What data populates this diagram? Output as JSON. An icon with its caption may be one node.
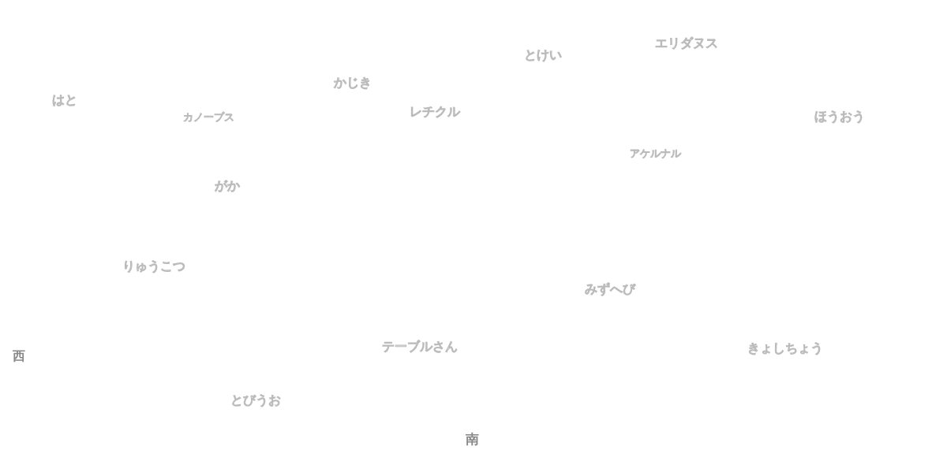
{
  "diagram": {
    "labels": [
      "エリダヌス",
      "とけい",
      "かじき",
      "はと",
      "レチクル",
      "カノープス",
      "ほうおう",
      "アケルナル",
      "がか",
      "りゅうこつ",
      "みずへび",
      "テーブルさん",
      "きょしちょう",
      "西",
      "とびうお",
      "南"
    ]
  }
}
